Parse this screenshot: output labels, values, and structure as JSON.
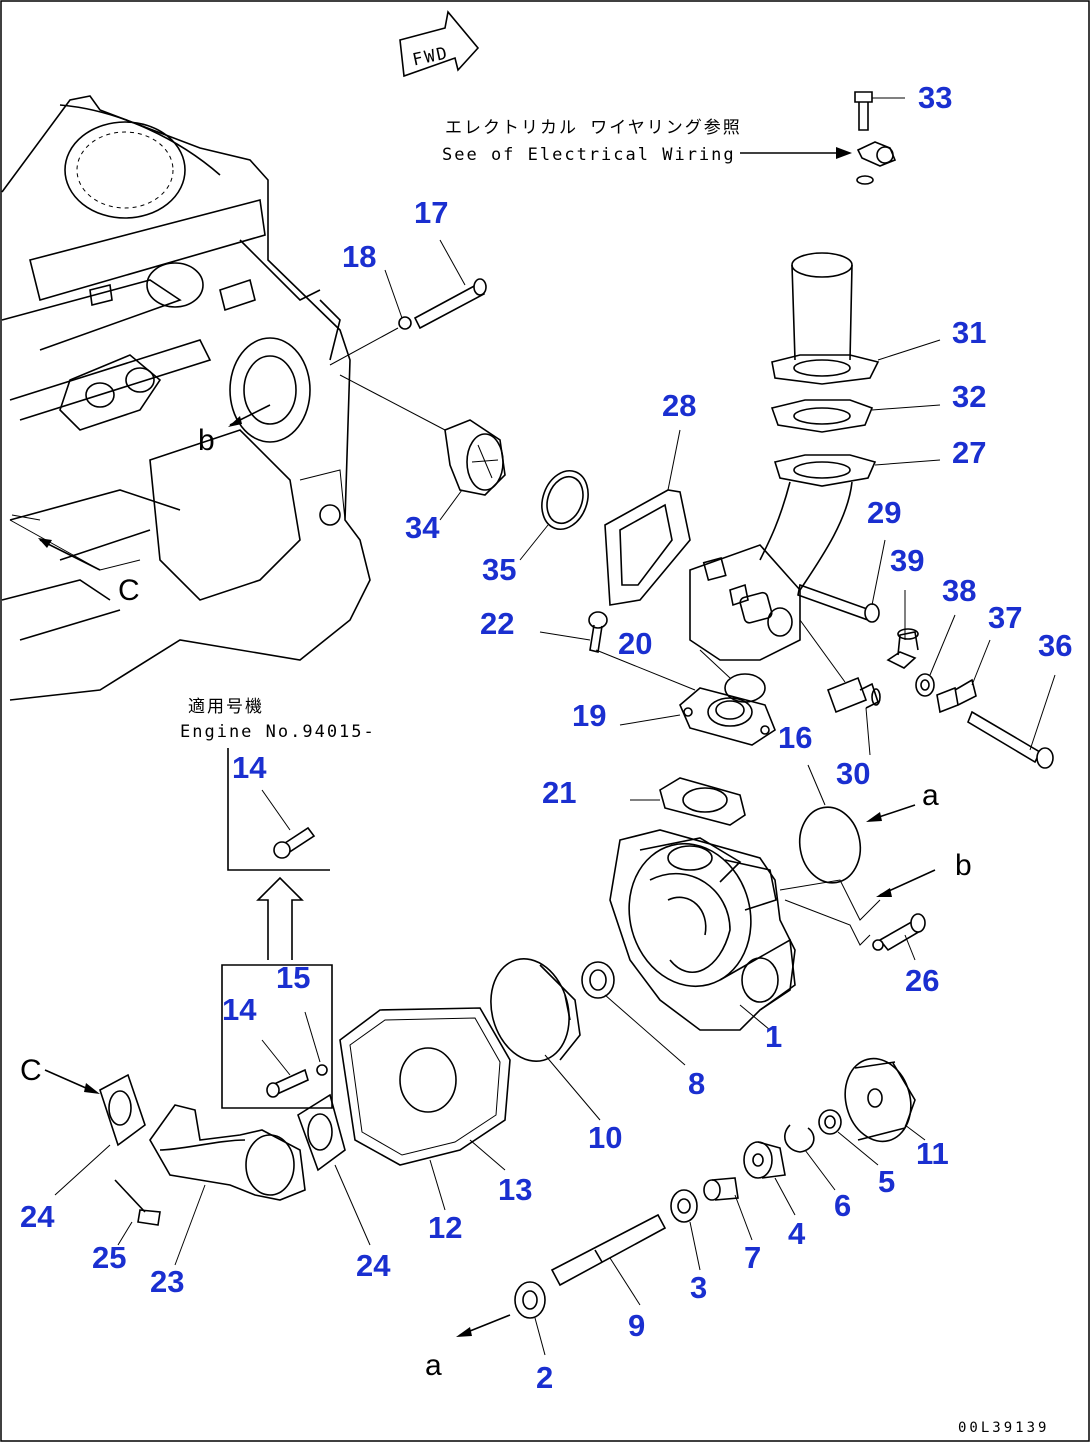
{
  "diagram": {
    "fwd_label": "FWD",
    "note_wiring_jp": "エレクトリカル ワイヤリング参照",
    "note_wiring_en": "See of Electrical Wiring",
    "note_engine_jp": "適用号機",
    "note_engine_en": "Engine No.94015-",
    "ref_letters": {
      "a": "a",
      "b": "b",
      "c": "C"
    },
    "drawing_code": "00L39139",
    "colors": {
      "part_number": "#1a2fd0",
      "line": "#000000"
    }
  },
  "part_numbers": {
    "p1": "1",
    "p2": "2",
    "p3": "3",
    "p4": "4",
    "p5": "5",
    "p6": "6",
    "p7": "7",
    "p8": "8",
    "p9": "9",
    "p10": "10",
    "p11": "11",
    "p12": "12",
    "p13": "13",
    "p14a": "14",
    "p14b": "14",
    "p15": "15",
    "p16": "16",
    "p17": "17",
    "p18": "18",
    "p19": "19",
    "p20": "20",
    "p21": "21",
    "p22": "22",
    "p23": "23",
    "p24a": "24",
    "p24b": "24",
    "p25": "25",
    "p26": "26",
    "p27": "27",
    "p28": "28",
    "p29": "29",
    "p30": "30",
    "p31": "31",
    "p32": "32",
    "p33": "33",
    "p34": "34",
    "p35": "35",
    "p36": "36",
    "p37": "37",
    "p38": "38",
    "p39": "39"
  }
}
